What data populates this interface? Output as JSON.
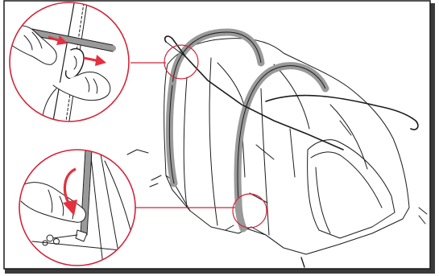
{
  "figure": {
    "kind": "assembly-illustration",
    "panel_border_color": "#1a1a1a",
    "panel_shadow_color": "#3a3a3a",
    "callout_color": "#d1253a",
    "arrow_color": "#e4303f",
    "pole_color": "#9a9a9a",
    "line_color": "#1c1c1c",
    "icons": {
      "tent": "tent-illustration",
      "detail_top": "pole-clip-detail",
      "detail_bottom": "pole-tip-insertion-detail",
      "arrow_in": "push-arrow-icon",
      "arrow_out": "pull-arrow-icon",
      "arrow_curve": "rotate-arrow-icon"
    }
  }
}
